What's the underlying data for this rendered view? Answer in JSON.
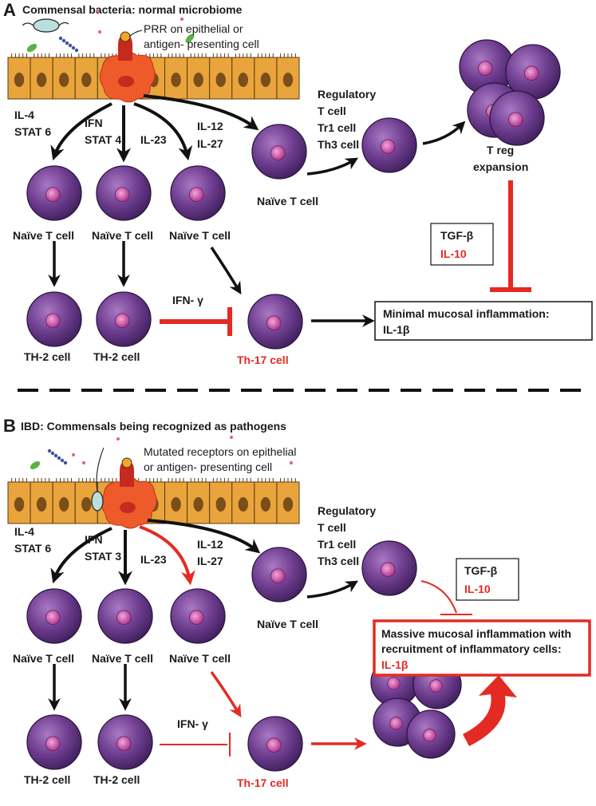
{
  "panel_a": {
    "letter": "A",
    "title": "Commensal bacteria: normal microbiome",
    "prr_label_1": "PRR on epithelial or",
    "prr_label_2": "antigen- presenting cell",
    "path1_a": "IL-4",
    "path1_b": "STAT 6",
    "path2_a": "IFN",
    "path2_b": "STAT 4",
    "path3": "IL-23",
    "path4_a": "IL-12",
    "path4_b": "IL-27",
    "naive": "Naïve T cell",
    "th2": "TH-2 cell",
    "th17": "Th-17 cell",
    "ifn_gamma": "IFN- γ",
    "reg_1": "Regulatory",
    "reg_2": "T cell",
    "reg_3": "Tr1 cell",
    "reg_4": "Th3 cell",
    "treg_1": "T reg",
    "treg_2": "expansion",
    "tgf": "TGF-β",
    "il10": "IL-10",
    "outcome_1": "Minimal mucosal inflammation:",
    "outcome_2": "IL-1β"
  },
  "panel_b": {
    "letter": "B",
    "title": "IBD: Commensals being recognized as pathogens",
    "mut_label_1": "Mutated receptors on epithelial",
    "mut_label_2": "or antigen- presenting cell",
    "path1_a": "IL-4",
    "path1_b": "STAT 6",
    "path2_a": "IFN",
    "path2_b": "STAT 3",
    "path3": "IL-23",
    "path4_a": "IL-12",
    "path4_b": "IL-27",
    "naive": "Naïve T cell",
    "th2": "TH-2 cell",
    "th17": "Th-17 cell",
    "ifn_gamma": "IFN- γ",
    "reg_1": "Regulatory",
    "reg_2": "T cell",
    "reg_3": "Tr1 cell",
    "reg_4": "Th3 cell",
    "tgf": "TGF-β",
    "il10": "IL-10",
    "outcome_1": "Massive mucosal inflammation with",
    "outcome_2": "recruitment of inflammatory cells:",
    "outcome_3": "IL-1β"
  },
  "colors": {
    "cell_fill": "#6e3d8f",
    "nucleus": "#c64aa8",
    "inhibit_red": "#e32b23",
    "epithelium": "#e9a43c",
    "apc_orange": "#ef5a2a"
  }
}
